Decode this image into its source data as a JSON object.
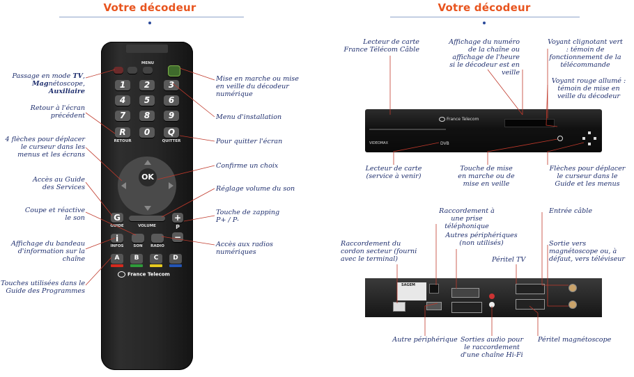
{
  "left_page": {
    "title": "Votre décodeur",
    "remote": {
      "menu_label": "MENU",
      "keys": [
        "1",
        "2",
        "3",
        "4",
        "5",
        "6",
        "7",
        "8",
        "9"
      ],
      "key_r": "R",
      "key_0": "0",
      "key_q": "Q",
      "retour": "RETOUR",
      "quitter": "QUITTER",
      "ok": "OK",
      "guide_key": "G",
      "guide": "GUIDE",
      "volume": "VOLUME",
      "p_plus": "+",
      "p": "P",
      "p_minus": "−",
      "info_key": "i",
      "infos": "INFOS",
      "son": "SON",
      "radio": "RADIO",
      "color_keys": [
        {
          "label": "A",
          "color": "#d42a1e"
        },
        {
          "label": "B",
          "color": "#2f9a3a"
        },
        {
          "label": "C",
          "color": "#e5c91f"
        },
        {
          "label": "D",
          "color": "#2455b5"
        }
      ],
      "brand": "France Telecom"
    },
    "labels_left": {
      "l1a": "Passage en mode ",
      "l1b": "TV",
      "l1c": ",",
      "l1d": "Mag",
      "l1e": "nétoscope, ",
      "l1f": "Auxiliaire",
      "l2": "Retour à l'écran précédent",
      "l3": "4 flèches pour déplacer le curseur dans les menus et les écrans",
      "l4": "Accès au Guide des Services",
      "l5": "Coupe et réactive le son",
      "l6": "Affichage du bandeau d'information sur la chaîne",
      "l7": "Touches utilisées dans le Guide des Programmes"
    },
    "labels_right": {
      "r1": "Mise en marche ou mise en veille du décodeur numérique",
      "r2": "Menu d'installation",
      "r3": "Pour quitter l'écran",
      "r4": "Confirme un choix",
      "r5": "Réglage volume du son",
      "r6": "Touche de zapping P+ / P-",
      "r7": "Accès aux radios numériques"
    }
  },
  "right_page": {
    "title": "Votre décodeur",
    "front_labels": {
      "f1": "Lecteur de carte France Télécom Câble",
      "f2": "Affichage du numéro de la chaîne ou affichage de l'heure si le décodeur est en veille",
      "f3": "Voyant clignotant vert : témoin de fonctionnement de la télécommande",
      "f4": "Voyant rouge allumé : témoin de mise en veille du décodeur",
      "f5": "Lecteur de carte (service à venir)",
      "f6": "Touche de mise en marche ou de mise en veille",
      "f7": "Flèches pour déplacer le curseur dans le Guide et les menus"
    },
    "back_labels": {
      "b1": "Raccordement à une prise téléphonique",
      "b2": "Entrée câble",
      "b3": "Autres périphériques (non utilisés)",
      "b4": "Raccordement du cordon secteur (fourni avec le terminal)",
      "b5": "Péritel TV",
      "b6": "Sortie vers magnétoscope ou, à défaut, vers téléviseur",
      "b7": "Autre périphérique",
      "b8": "Sorties audio pour le raccordement d'une chaîne Hi-Fi",
      "b9": "Péritel magnétoscope"
    },
    "front_device": {
      "brand": "France Telecom",
      "model": "VIDEOMAX",
      "dvb": "DVB"
    },
    "back_device": {
      "brand": "SAGEM"
    }
  },
  "colors": {
    "title": "#e8541e",
    "label_text": "#1f2f6e",
    "leader_line": "#c0392b",
    "rule": "#8ea3c9"
  }
}
